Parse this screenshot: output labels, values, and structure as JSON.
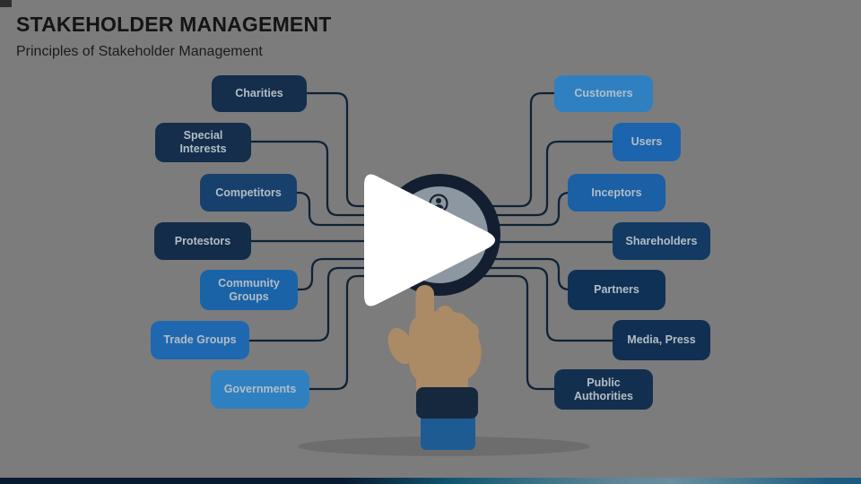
{
  "slide": {
    "title": "STAKEHOLDER MANAGEMENT",
    "subtitle": "Principles of Stakeholder Management"
  },
  "diagram": {
    "center_icon": "person-in-circle",
    "left_nodes": [
      {
        "label": "Charities",
        "color": "#142e4b"
      },
      {
        "label": "Special Interests",
        "color": "#142e4b"
      },
      {
        "label": "Competitors",
        "color": "#17416c"
      },
      {
        "label": "Protestors",
        "color": "#122c49"
      },
      {
        "label": "Community Groups",
        "color": "#1a63a7"
      },
      {
        "label": "Trade Groups",
        "color": "#1f68af"
      },
      {
        "label": "Governments",
        "color": "#2f80c1"
      }
    ],
    "right_nodes": [
      {
        "label": "Customers",
        "color": "#2f80c1"
      },
      {
        "label": "Users",
        "color": "#1c64ad"
      },
      {
        "label": "Inceptors",
        "color": "#1b5fa5"
      },
      {
        "label": "Shareholders",
        "color": "#123a62"
      },
      {
        "label": "Partners",
        "color": "#0f3156"
      },
      {
        "label": "Media, Press",
        "color": "#112f52"
      },
      {
        "label": "Public Authorities",
        "color": "#132f4f"
      }
    ]
  },
  "video_overlay": {
    "play_icon": "play-triangle"
  },
  "colors": {
    "background": "#7c7c7c",
    "connector": "#0e2236",
    "node_text": "#b4bdc6",
    "circle_ring": "#131f30",
    "circle_fill": "#8d97a2",
    "play_button": "#ffffff",
    "hand_skin": "#ab8a66",
    "sleeve_dark": "#16283d",
    "sleeve_cuff": "#1e5b92",
    "bottom_bar": [
      "#0a1b31",
      "#11536f",
      "#688e9d",
      "#1d5a7f"
    ]
  }
}
